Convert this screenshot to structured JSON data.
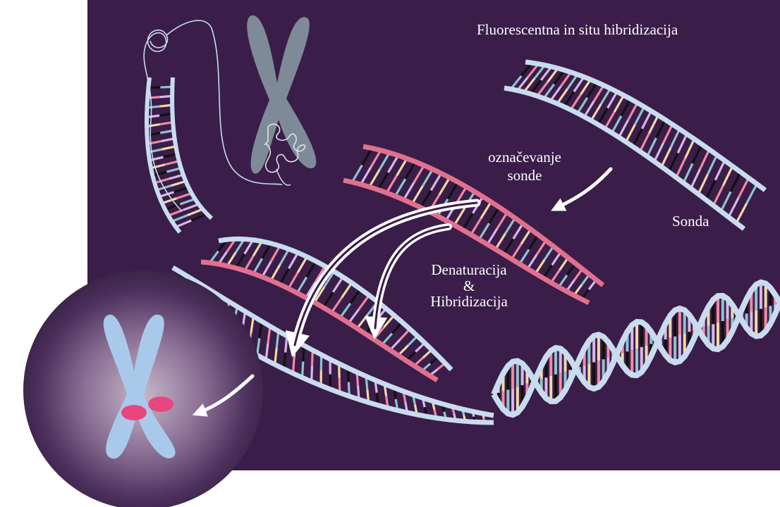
{
  "diagram": {
    "title": "Fluorescentna in situ hibridizacija",
    "labels": {
      "probe": "Sonda",
      "labeling": "označevanje\nsonde",
      "denaturation_line1": "Denaturacija",
      "denaturation_line2": "&",
      "denaturation_line3": "Hibridizacija"
    }
  },
  "colors": {
    "background": "#3a1d48",
    "backbone_blue": "#c9dcef",
    "backbone_pink": "#e0708e",
    "chromosome_grey": "#7e8a98",
    "chromosome_blue": "#a9c9ea",
    "signal_pink": "#e8467f",
    "arrow": "#ffffff",
    "base_colors": [
      "#f2d9a4",
      "#111111",
      "#f08aa2",
      "#8fc4cf",
      "#d6b9e8"
    ]
  },
  "icons": {
    "chromosome_top": "chromosome-icon",
    "chromosome_cell": "chromosome-icon",
    "cell": "cell-nucleus-icon"
  }
}
